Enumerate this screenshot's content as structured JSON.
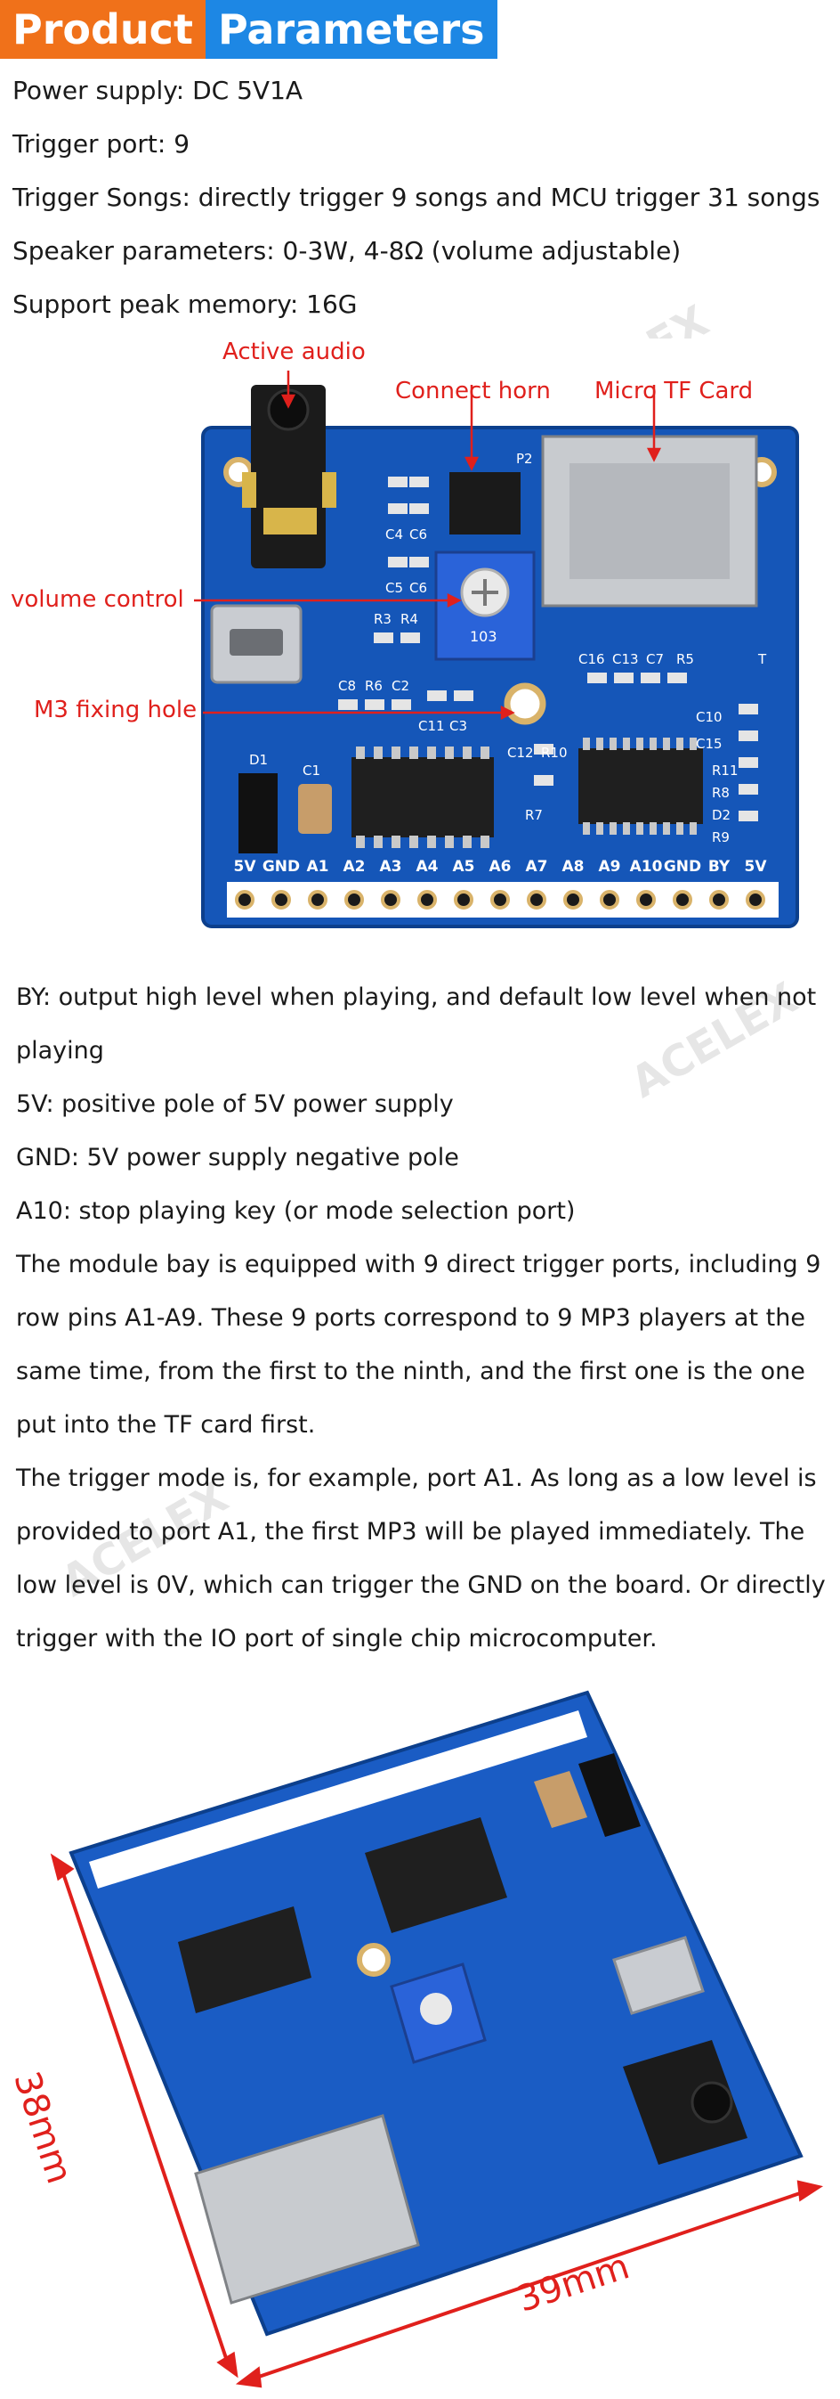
{
  "header": {
    "word1": "Product",
    "word2": "Parameters"
  },
  "specs": [
    "Power supply: DC 5V1A",
    "Trigger port: 9",
    "Trigger Songs: directly trigger 9 songs and MCU trigger 31 songs",
    "Speaker parameters: 0-3W, 4-8Ω (volume adjustable)",
    "Support peak memory: 16G"
  ],
  "callouts": {
    "active_audio": "Active audio",
    "connect_horn": "Connect horn",
    "micro_tf": "Micro TF Card",
    "volume_control": "volume control",
    "m3_hole": "M3 fixing hole"
  },
  "board": {
    "pins": [
      "5V",
      "GND",
      "A1",
      "A2",
      "A3",
      "A4",
      "A5",
      "A6",
      "A7",
      "A8",
      "A9",
      "A10",
      "GND",
      "BY",
      "5V"
    ],
    "silk": [
      "P2",
      "C4",
      "C6",
      "C5",
      "C6",
      "R3",
      "R4",
      "C8",
      "R6",
      "C2",
      "C11",
      "C3",
      "C16",
      "C13",
      "C7",
      "R5",
      "T",
      "C10",
      "C15",
      "R11",
      "R8",
      "D2",
      "R9",
      "D1",
      "C1",
      "C12",
      "R10",
      "R7"
    ],
    "pot_text": "103"
  },
  "description": [
    "BY: output high level when playing, and default low level when not playing",
    "5V: positive pole of 5V power supply",
    "GND: 5V power supply negative pole",
    "A10: stop playing key (or mode selection port)",
    "The module bay is equipped with 9 direct trigger ports, including 9 row pins A1-A9. These 9 ports correspond to 9 MP3 players at the same time, from the first to the ninth, and the first one is the one put into the TF card first.",
    "The trigger mode is, for example, port A1. As long as a low level is provided to port A1, the first MP3 will be played immediately. The low level is 0V, which can trigger the GND on the board. Or directly trigger with the IO port of single chip microcomputer."
  ],
  "dimensions": {
    "height": "38mm",
    "width": "39mm"
  },
  "watermark": "ACELEX",
  "colors": {
    "orange": "#f0711a",
    "blue": "#1d87e4",
    "callout_red": "#e0201c",
    "pcb_blue": "#1556b8"
  }
}
